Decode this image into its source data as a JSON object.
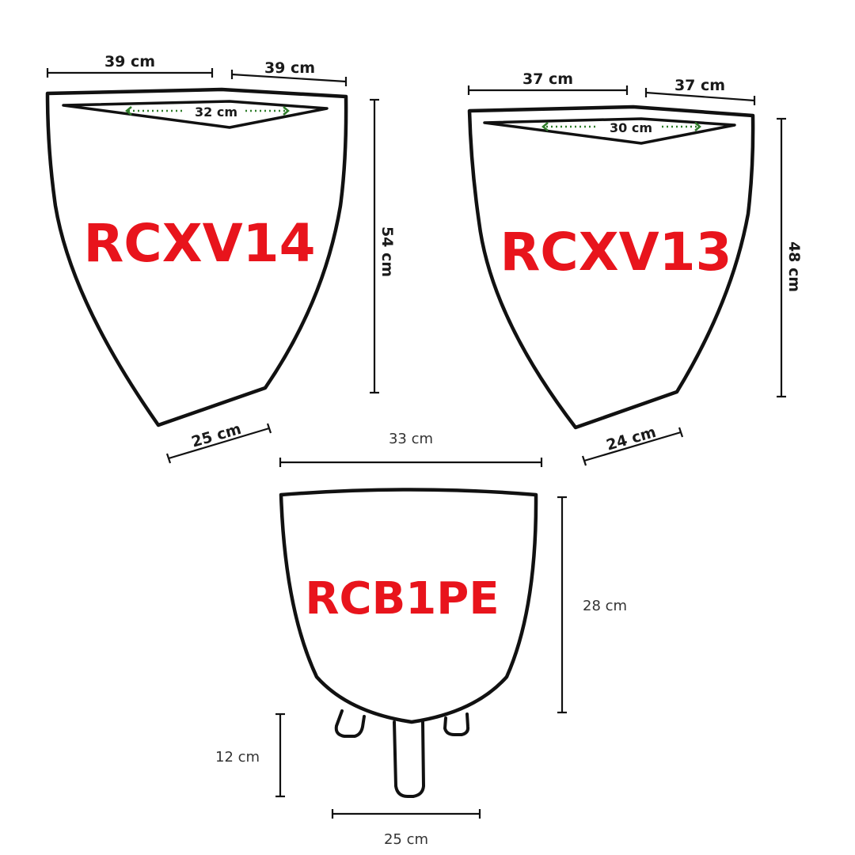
{
  "products": [
    {
      "code": "RCXV14",
      "top_left_width": "39 cm",
      "top_right_width": "39 cm",
      "inner_opening": "32 cm",
      "height": "54 cm",
      "base_width": "25 cm"
    },
    {
      "code": "RCXV13",
      "top_left_width": "37 cm",
      "top_right_width": "37 cm",
      "inner_opening": "30 cm",
      "height": "48 cm",
      "base_width": "24 cm"
    },
    {
      "code": "RCB1PE",
      "top_width": "33 cm",
      "height": "28 cm",
      "leg_height": "12 cm",
      "leg_span": "25 cm"
    }
  ],
  "colors": {
    "code_text": "#e8141c",
    "outline": "#111111",
    "inner_arrow": "#2f7d2a"
  }
}
